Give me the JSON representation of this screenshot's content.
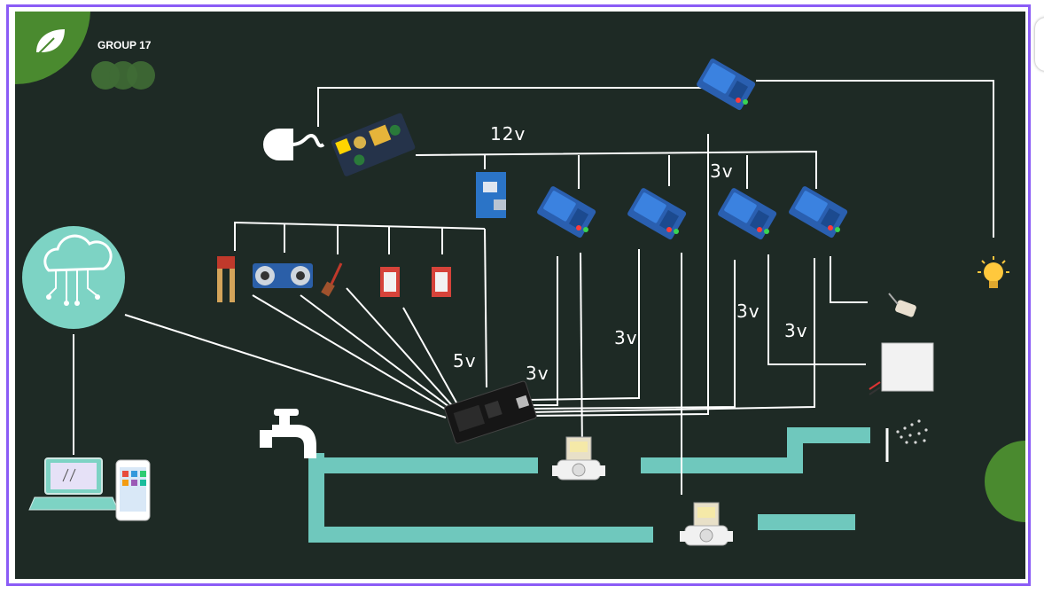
{
  "header": {
    "group": "GROUP 17"
  },
  "voltages": {
    "v12": "12v",
    "v5": "5v",
    "v3_a": "3v",
    "v3_b": "3v",
    "v3_c": "3v",
    "v3_d": "3v",
    "v3_e": "3v"
  },
  "icons": {
    "logo": "leaf-icon",
    "cloud": "cloud-icon",
    "laptop": "laptop-icon",
    "phone": "smartphone-icon",
    "plug": "power-plug-icon",
    "bulb": "light-bulb-icon",
    "tap": "water-tap-icon",
    "sprinkler": "sprinkler-icon"
  },
  "colors": {
    "background": "#1e2a25",
    "frame": "#8b5cf6",
    "pipe": "#6fc8bd",
    "cloud_circle": "#7dd3c4",
    "accent_green": "#4a8a2f",
    "relay_blue": "#2f6fc9"
  }
}
